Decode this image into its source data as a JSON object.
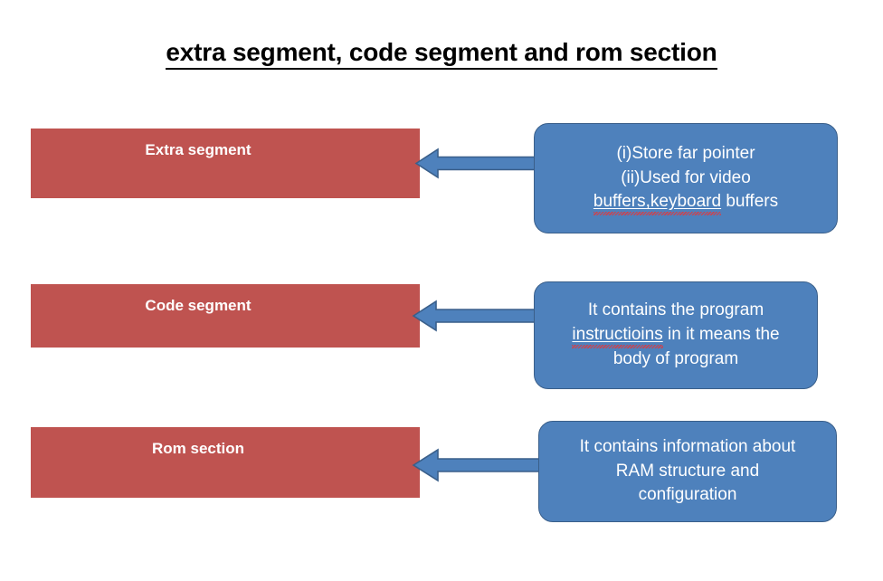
{
  "slide": {
    "title": "extra segment, code segment and rom section",
    "background_color": "#FFFFFF",
    "box_color": "#BF5350",
    "callout_color": "#4E81BC",
    "callout_border_color": "#3A5F8A",
    "arrow_fill_color": "#4E81BC",
    "arrow_outline_color": "#3A5F8A",
    "text_color": "#FFFFFF",
    "title_color": "#000000",
    "spellcheck_color": "#E0393E"
  },
  "rows": [
    {
      "segment_label": "Extra segment",
      "arrow_name": "arrow-extra-segment",
      "callout_lines": [
        {
          "text": "(i)Store far pointer",
          "misspelled": false
        },
        {
          "text": "(ii)Used for video",
          "misspelled": false
        },
        {
          "text": "buffers,keyboard",
          "misspelled": true,
          "suffix": " buffers"
        }
      ]
    },
    {
      "segment_label": "Code segment",
      "arrow_name": "arrow-code-segment",
      "callout_lines": [
        {
          "text": "It contains the program",
          "misspelled": false
        },
        {
          "text": "instructioins",
          "misspelled": true,
          "suffix": " in it means the"
        },
        {
          "text": "body of program",
          "misspelled": false
        }
      ]
    },
    {
      "segment_label": "Rom section",
      "arrow_name": "arrow-rom-section",
      "callout_lines": [
        {
          "text": "It contains information about",
          "misspelled": false
        },
        {
          "text": "RAM structure and",
          "misspelled": false
        },
        {
          "text": "configuration",
          "misspelled": false
        }
      ]
    }
  ]
}
